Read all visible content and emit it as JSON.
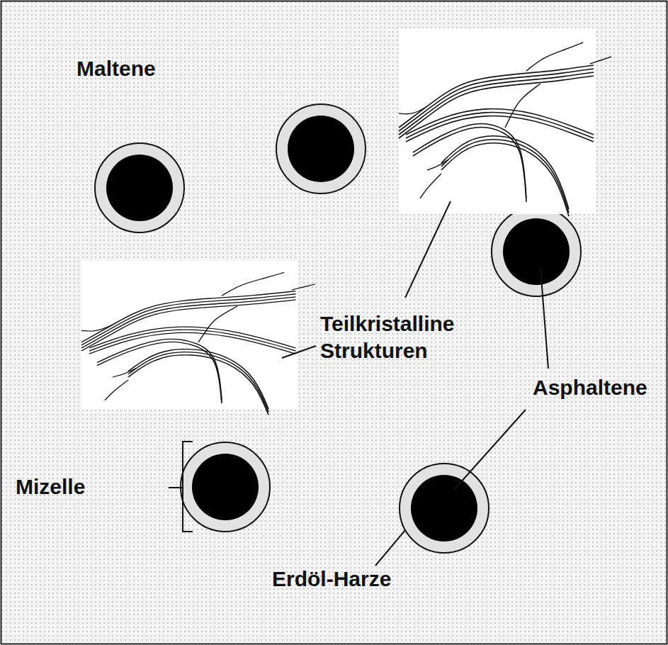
{
  "diagram": {
    "labels": [
      "Maltene",
      "Teilkristalline Strukturen",
      "Asphaltene",
      "Mizelle",
      "Erdöl-Harze"
    ]
  }
}
